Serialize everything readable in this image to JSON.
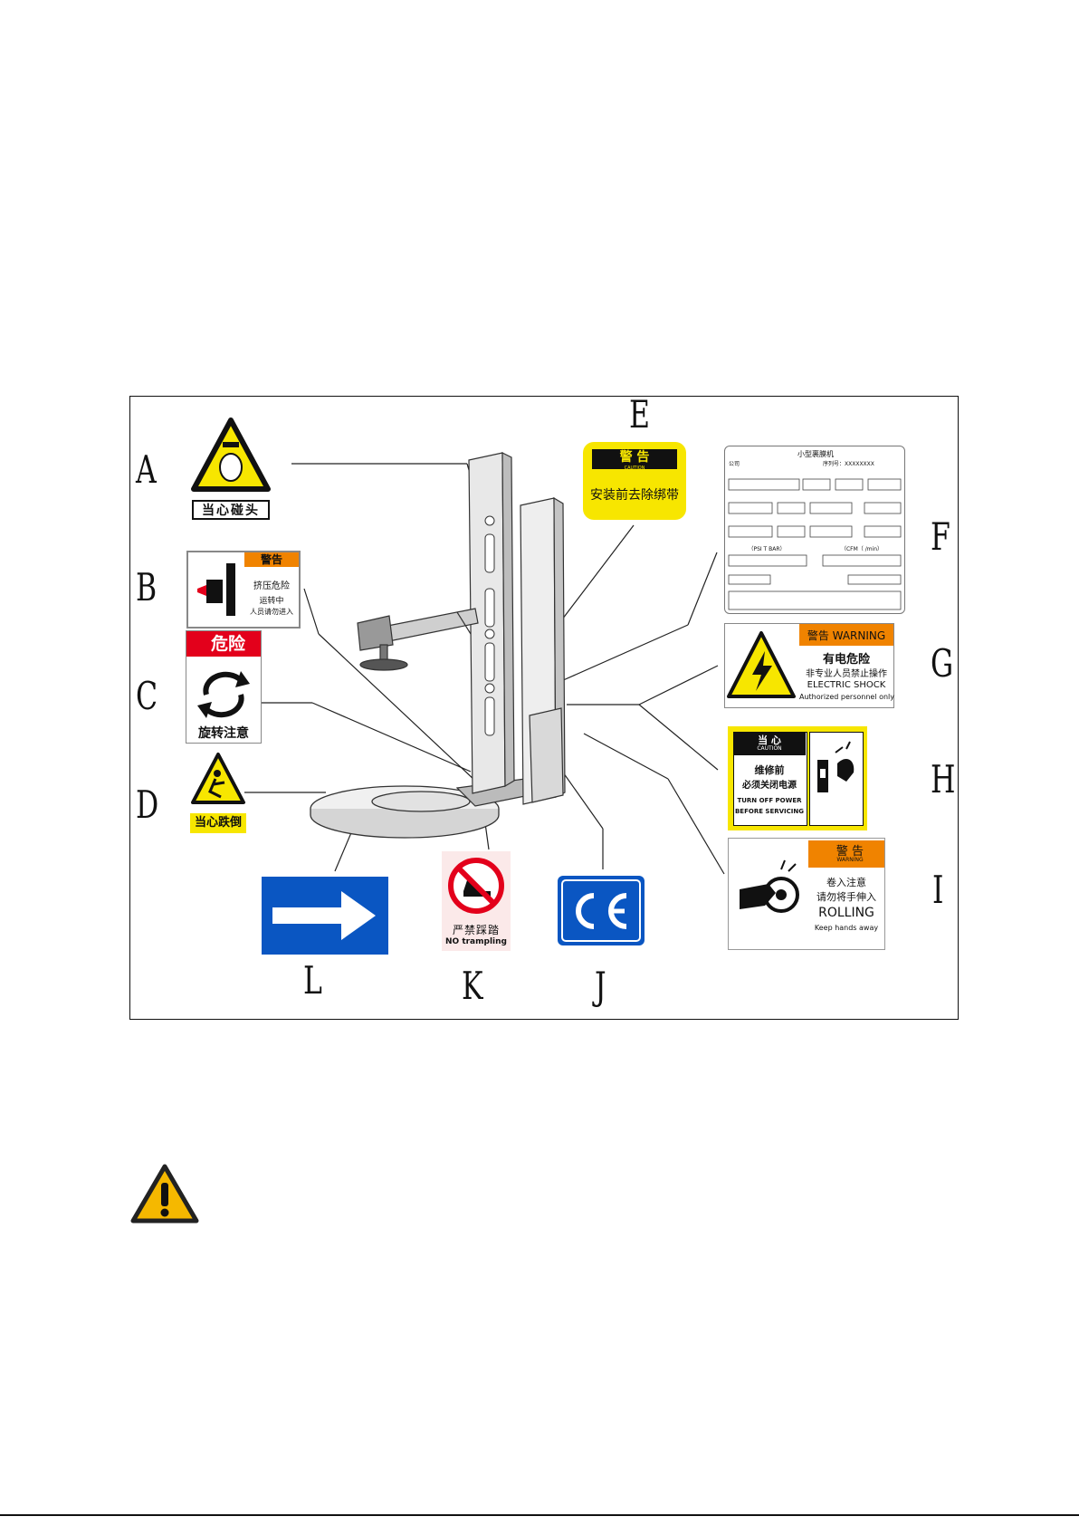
{
  "letters": [
    "A",
    "B",
    "C",
    "D",
    "E",
    "F",
    "G",
    "H",
    "I",
    "J",
    "K",
    "L"
  ],
  "signs": {
    "A": {
      "label": "当心碰头"
    },
    "B": {
      "header": "警告",
      "line1": "挤压危险",
      "line2": "运转中",
      "line3": "人员请勿进入"
    },
    "C": {
      "header": "危险",
      "label": "旋转注意"
    },
    "D": {
      "label": "当心跌倒"
    },
    "E": {
      "header": "警 告",
      "sub": "CAUTION",
      "label": "安装前去除绑带"
    },
    "F": {
      "title": "小型裹膜机",
      "rated_air": "（PSI T BAR）",
      "flow": "（CFM（ /min）",
      "company": "公司",
      "serial": "序列号：XXXXXXXX"
    },
    "G": {
      "header": "警告 WARNING",
      "line1": "有电危险",
      "line2": "非专业人员禁止操作",
      "line3": "ELECTRIC SHOCK",
      "line4": "Authorized personnel only"
    },
    "H": {
      "header": "当 心",
      "sub": "CAUTION",
      "line1": "维修前",
      "line2": "必须关闭电源",
      "line3": "TURN OFF POWER",
      "line4": "BEFORE SERVICING"
    },
    "I": {
      "header": "警 告",
      "sub": "WARNING",
      "line1": "卷入注意",
      "line2": "请勿将手伸入",
      "line3": "ROLLING",
      "line4": "Keep hands away"
    },
    "J": {
      "label": "CE"
    },
    "K": {
      "label": "严禁踩踏",
      "sub": "NO trampling"
    }
  },
  "colors": {
    "warning_yellow": "#f7e600",
    "danger_red": "#e3001b",
    "warning_orange": "#f08300",
    "info_blue": "#0a56c2"
  }
}
